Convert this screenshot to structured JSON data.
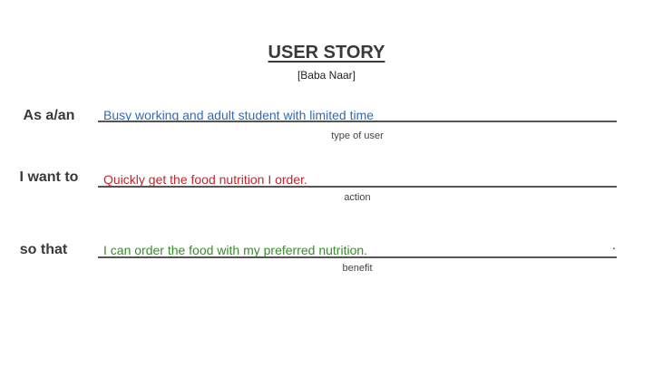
{
  "title": "USER STORY",
  "author": "[Baba Naar]",
  "rows": [
    {
      "label": "As a/an",
      "value": "Busy working and adult student with limited time",
      "caption": "type of user",
      "color": "#2e6bbd"
    },
    {
      "label": "I want to",
      "value": "Quickly get the food nutrition I order.",
      "caption": "action",
      "color": "#c0282d"
    },
    {
      "label": "so that",
      "value": "I can order the food with my preferred nutrition.",
      "caption": "benefit",
      "color": "#3a8a2e"
    }
  ],
  "trailing_mark": "."
}
